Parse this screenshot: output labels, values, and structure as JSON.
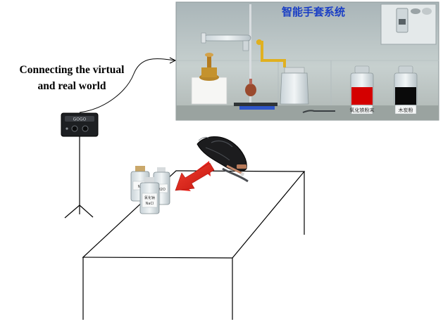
{
  "caption": {
    "line1": "Connecting the virtual",
    "line2": "and real world"
  },
  "virtual_screen": {
    "title": "智能手套系统",
    "bottle_labels": [
      "氧化铁粉末",
      "木炭粉"
    ],
    "bottle_liquid_colors": [
      "#d40000",
      "#0a0a0a"
    ],
    "title_color": "#1b3fc4"
  },
  "camera": {
    "label": "GOGO"
  },
  "real_bottles": {
    "labels": [
      "Na",
      "NaCl",
      "H2O"
    ],
    "front_label_top": "氯化钠"
  },
  "arrow_color": "#e8231c"
}
